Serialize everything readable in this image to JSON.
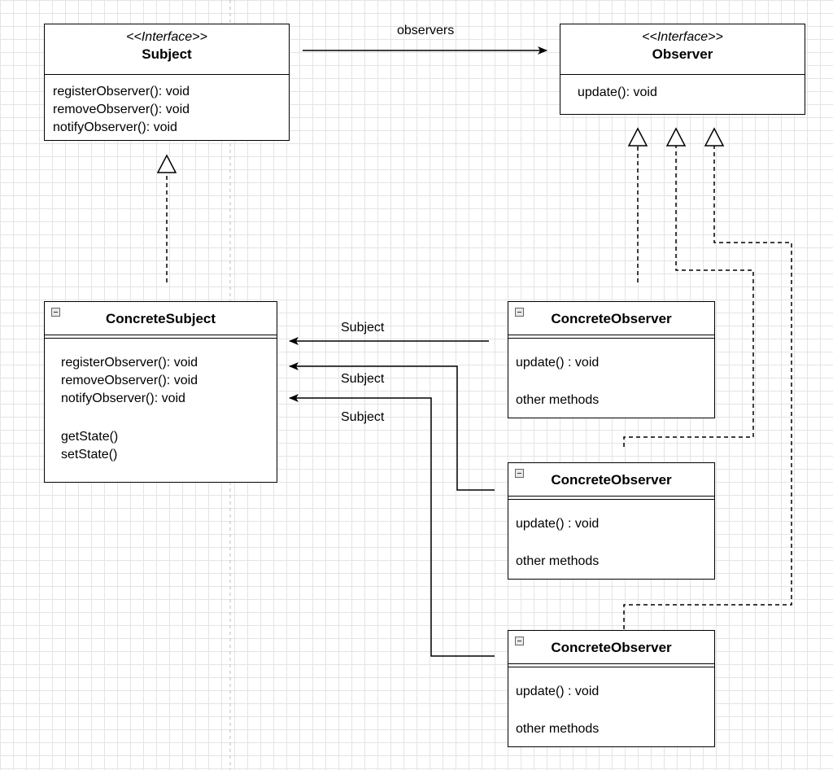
{
  "subject_interface": {
    "stereotype": "<<Interface>>",
    "name": "Subject",
    "methods": [
      "registerObserver(): void",
      "removeObserver(): void",
      "notifyObserver(): void"
    ]
  },
  "observer_interface": {
    "stereotype": "<<Interface>>",
    "name": "Observer",
    "methods": [
      "update(): void"
    ]
  },
  "concrete_subject": {
    "name": "ConcreteSubject",
    "methods": [
      "registerObserver(): void",
      "removeObserver(): void",
      "notifyObserver(): void"
    ],
    "state_methods": [
      "getState()",
      "setState()"
    ]
  },
  "concrete_observers": [
    {
      "name": "ConcreteObserver",
      "method": "update() : void",
      "other": "other methods"
    },
    {
      "name": "ConcreteObserver",
      "method": "update() : void",
      "other": "other methods"
    },
    {
      "name": "ConcreteObserver",
      "method": "update() : void",
      "other": "other methods"
    }
  ],
  "labels": {
    "observers": "observers",
    "subject_links": [
      "Subject",
      "Subject",
      "Subject"
    ]
  }
}
